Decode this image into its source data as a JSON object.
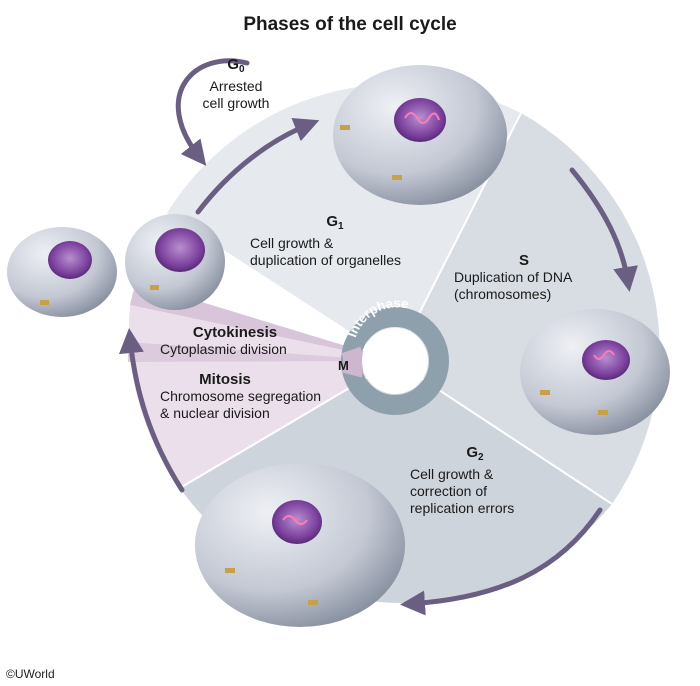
{
  "title": "Phases of the cell cycle",
  "copyright": "©UWorld",
  "center": {
    "label": "Interphase",
    "m_label": "M"
  },
  "phases": {
    "g0": {
      "name": "G",
      "subscript": "0",
      "desc_line1": "Arrested",
      "desc_line2": "cell growth"
    },
    "g1": {
      "name": "G",
      "subscript": "1",
      "desc_line1": "Cell growth &",
      "desc_line2": "duplication of organelles"
    },
    "s": {
      "name": "S",
      "desc_line1": "Duplication of DNA",
      "desc_line2": "(chromosomes)"
    },
    "g2": {
      "name": "G",
      "subscript": "2",
      "desc_line1": "Cell growth &",
      "desc_line2": "correction of",
      "desc_line3": "replication errors"
    },
    "cytokinesis": {
      "name": "Cytokinesis",
      "desc_line1": "Cytoplasmic division"
    },
    "mitosis": {
      "name": "Mitosis",
      "desc_line1": "Chromosome segregation",
      "desc_line2": "& nuclear division"
    }
  },
  "colors": {
    "g1_sector": "#e6e9ee",
    "s_sector": "#d6dbe2",
    "g2_sector": "#cdd3db",
    "m_sector": "#eadcea",
    "cyto_band": "#d8c4d8",
    "ring": "#8fa0ad",
    "arrow": "#6a5f82",
    "cell": "#c4c9d4",
    "nucleus": "#5a2e7a"
  }
}
